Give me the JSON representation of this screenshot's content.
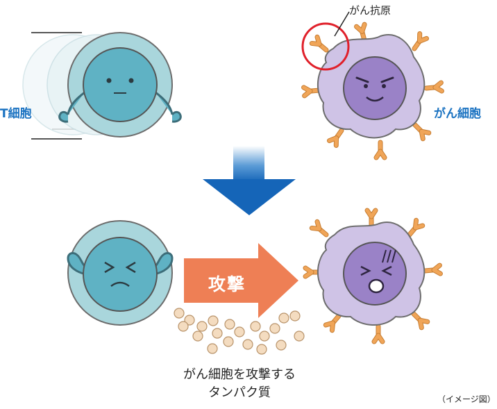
{
  "labels": {
    "t_cell": "T細胞",
    "cancer_cell": "がん細胞",
    "cancer_antigen": "がん抗原",
    "attack": "攻撃",
    "protein_line1": "がん細胞を攻撃する",
    "protein_line2": "タンパク質",
    "image_note": "（イメージ図）"
  },
  "colors": {
    "label_blue": "#1a72c1",
    "t_cell_outer": "#a9d6dc",
    "t_cell_core": "#5fb2c4",
    "cancer_outer": "#cfc3e6",
    "cancer_core": "#9a82c7",
    "antigen": "#f0a558",
    "attack_arrow": "#ee7f55",
    "highlight_circle": "#e0202a",
    "protein": "#f4dcc0"
  }
}
